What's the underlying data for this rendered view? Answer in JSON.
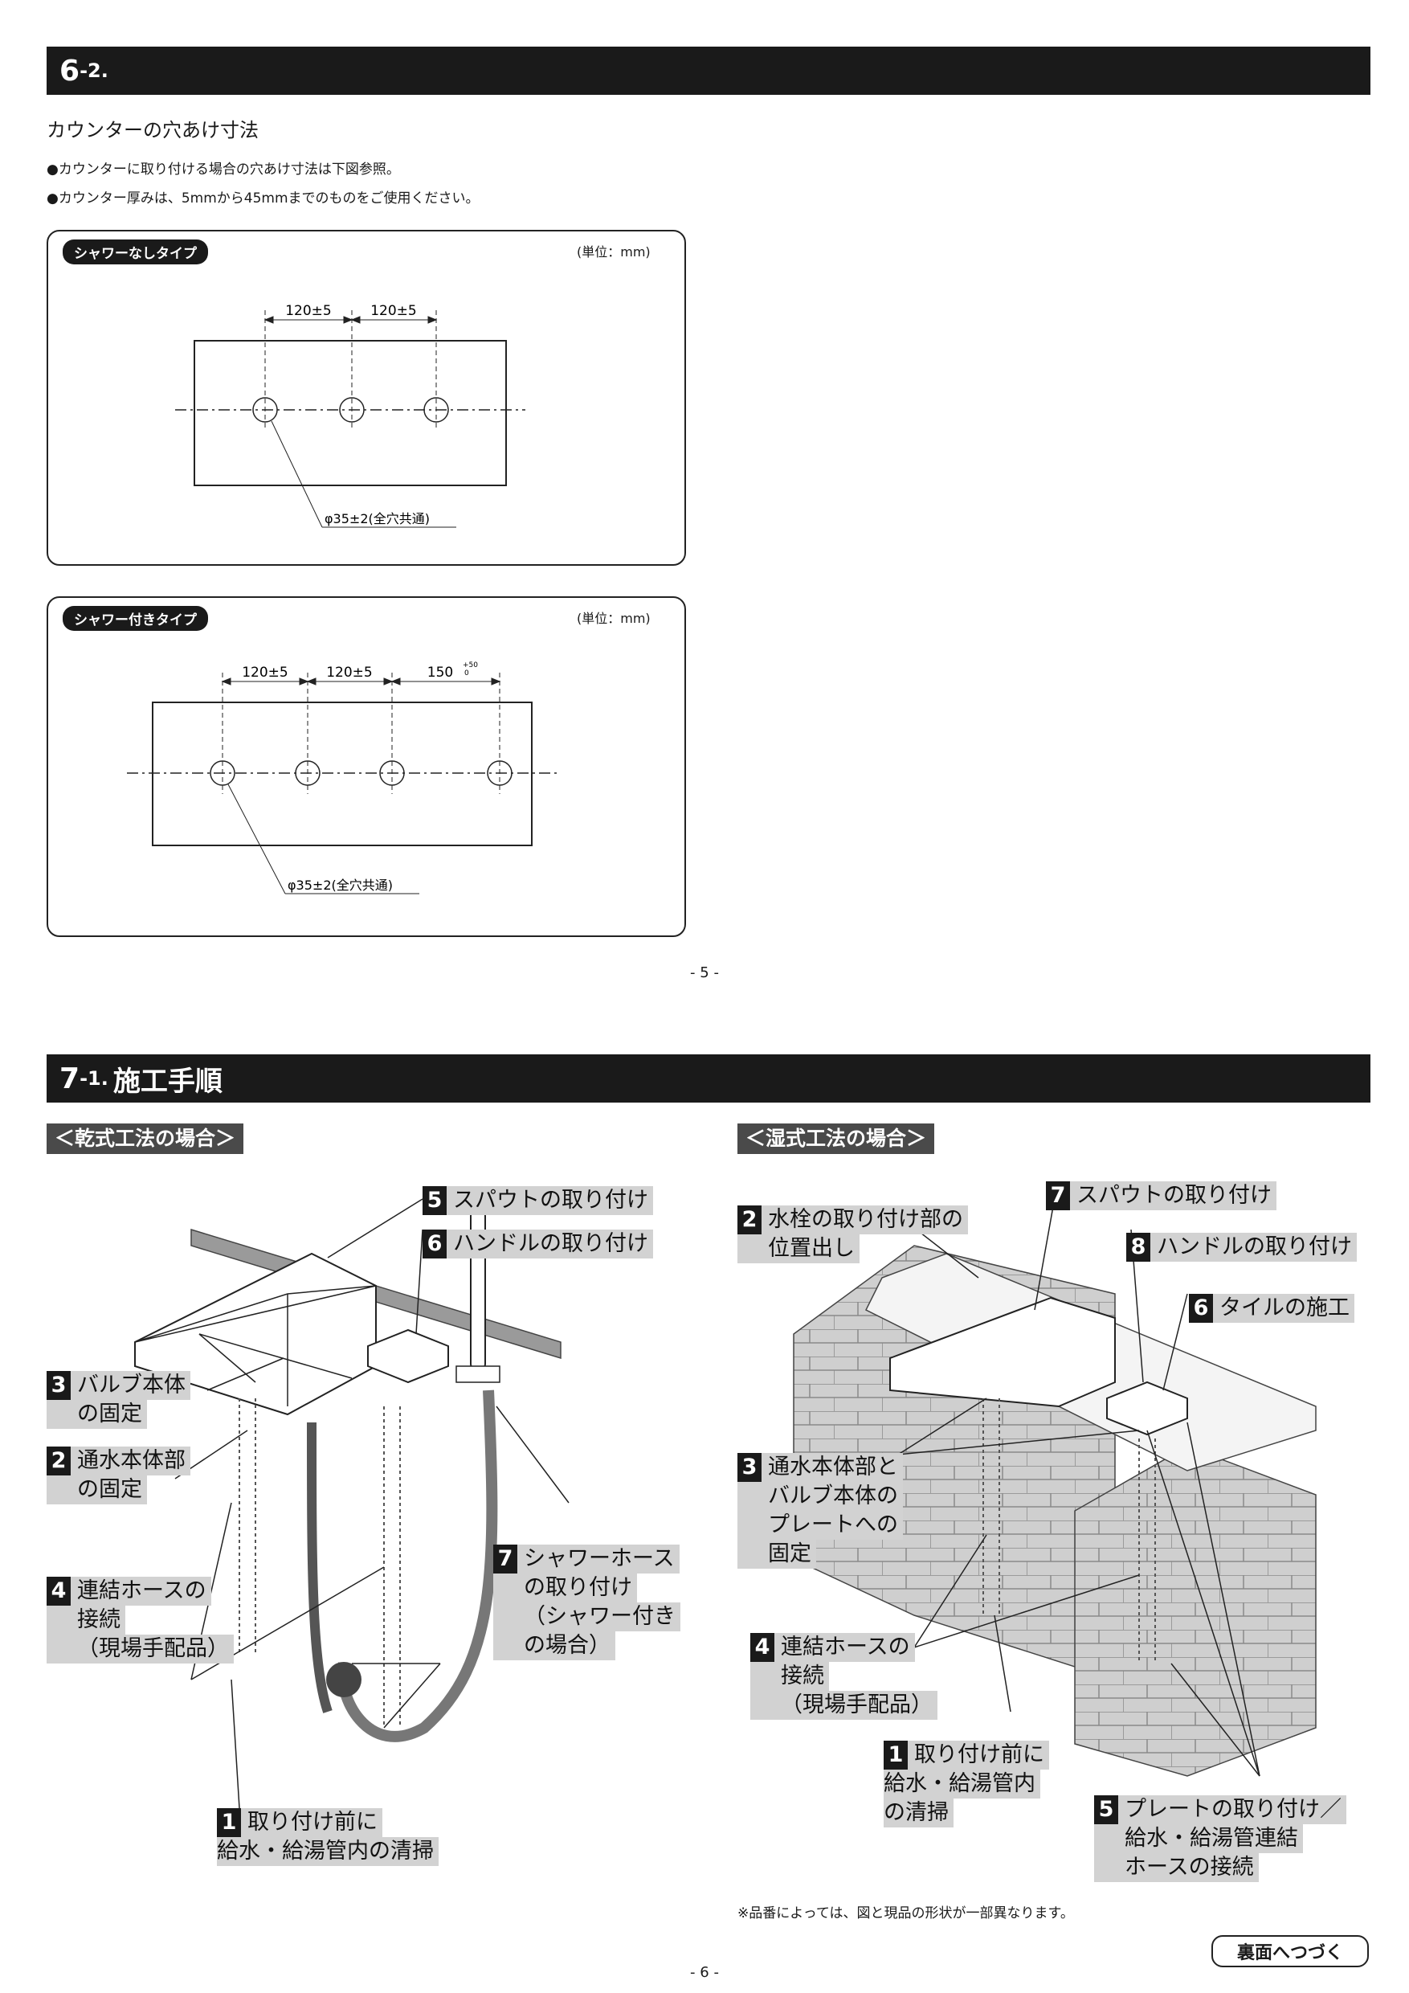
{
  "section62": {
    "num_big": "6",
    "num_small": "-2.",
    "subheading": "カウンターの穴あけ寸法",
    "bullets": [
      "●カウンターに取り付ける場合の穴あけ寸法は下図参照。",
      "●カウンター厚みは、5mmから45mmまでのものをご使用ください。"
    ],
    "fig1": {
      "tag": "シャワーなしタイプ",
      "unit": "(単位：mm)",
      "dims": [
        "120±5",
        "120±5"
      ],
      "hole_note": "φ35±2(全穴共通)"
    },
    "fig2": {
      "tag": "シャワー付きタイプ",
      "unit": "(単位：mm)",
      "dims": [
        "120±5",
        "120±5",
        "150"
      ],
      "tol_upper": "+50",
      "tol_lower": "0",
      "hole_note": "φ35±2(全穴共通)"
    },
    "page": "- 5 -"
  },
  "section71": {
    "num_big": "7",
    "num_small": "-1.",
    "title": "施工手順",
    "dry": {
      "heading": "＜乾式工法の場合＞",
      "labels": {
        "l5": {
          "num": "5",
          "text": "スパウトの取り付け"
        },
        "l6": {
          "num": "6",
          "text": "ハンドルの取り付け"
        },
        "l3": {
          "num": "3",
          "text": "バルブ本体",
          "text2": "の固定"
        },
        "l2": {
          "num": "2",
          "text": "通水本体部",
          "text2": "の固定"
        },
        "l4": {
          "num": "4",
          "text": "連結ホースの",
          "text2": "接続",
          "text3": "（現場手配品）"
        },
        "l7": {
          "num": "7",
          "text": "シャワーホース",
          "text2": "の取り付け",
          "text3": "（シャワー付き",
          "text4": "の場合）"
        },
        "l1": {
          "num": "1",
          "text": "取り付け前に",
          "text2": "給水・給湯管内の清掃"
        }
      }
    },
    "wet": {
      "heading": "＜湿式工法の場合＞",
      "labels": {
        "l2": {
          "num": "2",
          "text": "水栓の取り付け部の",
          "text2": "位置出し"
        },
        "l7": {
          "num": "7",
          "text": "スパウトの取り付け"
        },
        "l8": {
          "num": "8",
          "text": "ハンドルの取り付け"
        },
        "l6": {
          "num": "6",
          "text": "タイルの施工"
        },
        "l3": {
          "num": "3",
          "text": "通水本体部と",
          "text2": "バルブ本体の",
          "text3": "プレートへの",
          "text4": "固定"
        },
        "l4": {
          "num": "4",
          "text": "連結ホースの",
          "text2": "接続",
          "text3": "（現場手配品）"
        },
        "l1": {
          "num": "1",
          "text": "取り付け前に",
          "text2": "給水・給湯管内",
          "text3": "の清掃"
        },
        "l5": {
          "num": "5",
          "text": "プレートの取り付け／",
          "text2": "給水・給湯管連結",
          "text3": "ホースの接続"
        }
      }
    },
    "note": "※品番によっては、図と現品の形状が一部異なります。",
    "continue": "裏面へつづく",
    "page": "- 6 -"
  }
}
